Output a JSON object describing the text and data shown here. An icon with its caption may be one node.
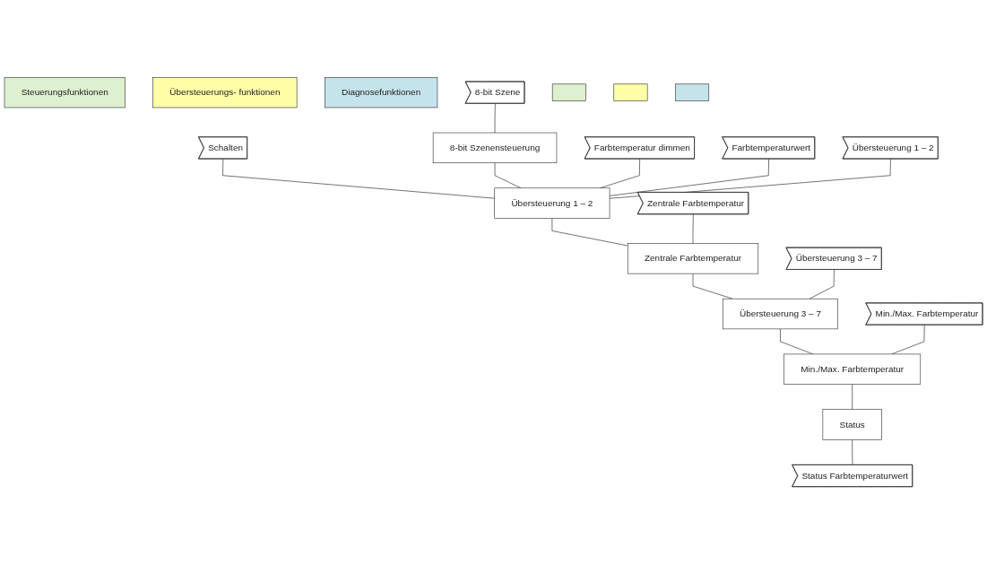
{
  "diagram": {
    "nodes": [
      {
        "text": [
          "Steuerungsfunktionen"
        ]
      },
      {
        "text": [
          "Übersteuerungs- funktionen"
        ]
      },
      {
        "text": [
          "Diagnosefunktionen"
        ]
      },
      {
        "text": [
          "Schalten"
        ]
      },
      {
        "text": [
          "8-bit Szene"
        ]
      },
      {
        "text": [
          "Farbtemperatur dimmen"
        ]
      },
      {
        "text": [
          "Farbtemperaturwert"
        ]
      },
      {
        "text": [
          "Übersteuerung 1 – 2"
        ]
      },
      {
        "text": [
          "Zentrale Farbtemperatur"
        ]
      },
      {
        "text": [
          "Übersteuerung 3 – 7"
        ]
      },
      {
        "text": [
          "Min./Max. Farbtemperatur"
        ]
      },
      {
        "text": [
          "8-bit Szenensteuerung"
        ]
      },
      {
        "text": [
          "Übersteuerung 1 – 2"
        ]
      },
      {
        "text": [
          "Zentrale Farbtemperatur"
        ]
      },
      {
        "text": [
          "Übersteuerung 3 – 7"
        ]
      },
      {
        "text": [
          "Min./Max. Farbtemperatur"
        ]
      },
      {
        "text": [
          "Status"
        ]
      },
      {
        "text": [
          "Status Farbtemperaturwert"
        ]
      },
      {
        "text": [],
        "shape": "bar"
      },
      {
        "text": [],
        "shape": "bar"
      },
      {
        "text": [],
        "shape": "bar"
      }
    ],
    "edges": [
      {
        "from": 3,
        "to": 12,
        "arrow": "none"
      },
      {
        "from": 4,
        "to": 11,
        "arrow": "none"
      },
      {
        "from": 11,
        "to": 12,
        "arrow": "none"
      },
      {
        "from": 5,
        "to": 12,
        "arrow": "none"
      },
      {
        "from": 6,
        "to": 12,
        "arrow": "none"
      },
      {
        "from": 7,
        "to": 12,
        "arrow": "none"
      },
      {
        "from": 12,
        "to": 13,
        "arrow": "none"
      },
      {
        "from": 8,
        "to": 13,
        "arrow": "none"
      },
      {
        "from": 13,
        "to": 14,
        "arrow": "none"
      },
      {
        "from": 9,
        "to": 14,
        "arrow": "none"
      },
      {
        "from": 14,
        "to": 15,
        "arrow": "none"
      },
      {
        "from": 10,
        "to": 15,
        "arrow": "none"
      },
      {
        "from": 15,
        "to": 16,
        "arrow": "none"
      },
      {
        "from": 16,
        "to": 17,
        "arrow": "none"
      }
    ]
  }
}
